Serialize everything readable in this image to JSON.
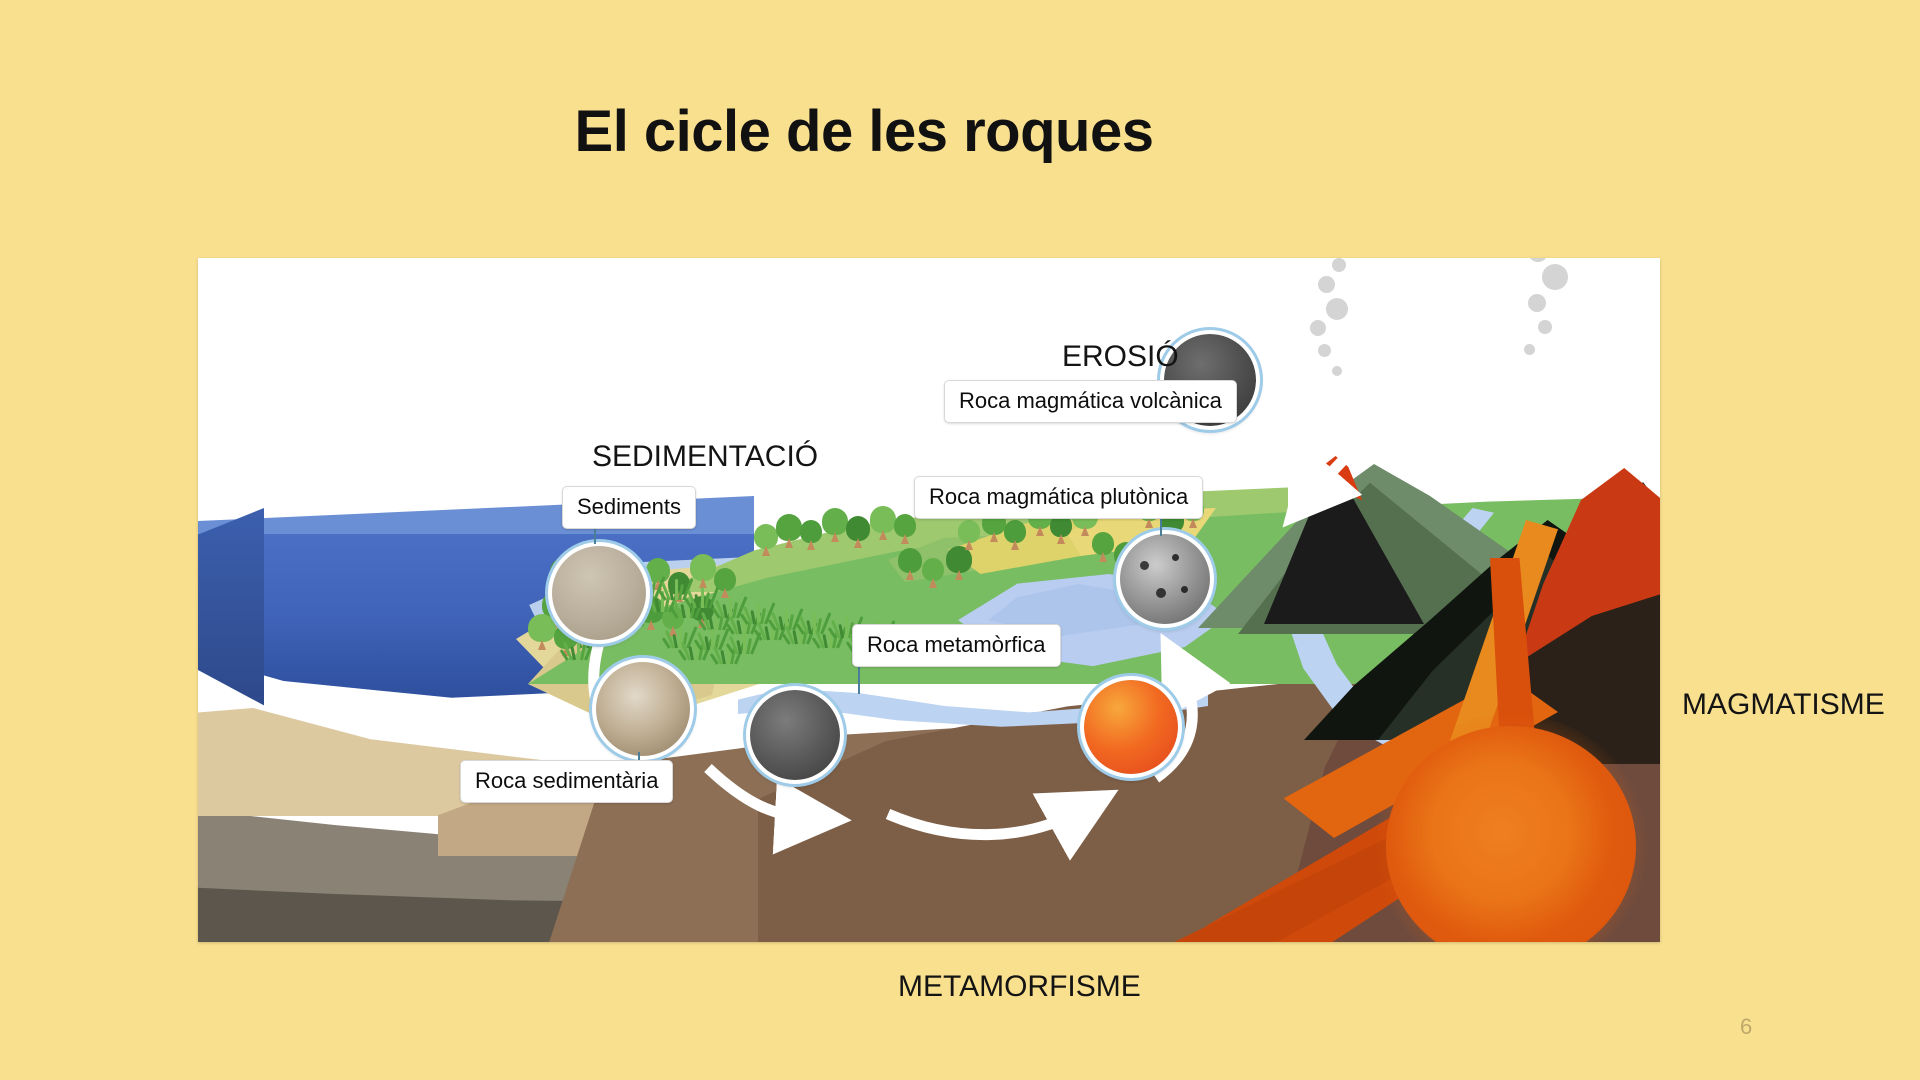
{
  "slide": {
    "title": "El cicle de les roques",
    "background_color": "#f9e08f",
    "page_number": "6"
  },
  "processes": [
    {
      "id": "erosio",
      "label": "EROSIÓ"
    },
    {
      "id": "sedimentacio",
      "label": "SEDIMENTACIÓ"
    },
    {
      "id": "magmatisme",
      "label": "MAGMATISME"
    },
    {
      "id": "metamorfisme",
      "label": "METAMORFISME"
    }
  ],
  "rock_labels": [
    {
      "id": "sediments",
      "label": "Sediments"
    },
    {
      "id": "roca-magmatica-volcanica",
      "label": "Roca magmática volcànica"
    },
    {
      "id": "roca-magmatica-plutonica",
      "label": "Roca magmática plutònica"
    },
    {
      "id": "roca-metamorfica",
      "label": "Roca metamòrfica"
    },
    {
      "id": "roca-sedimentaria",
      "label": "Roca sedimentària"
    }
  ],
  "diagram": {
    "kind": "rock-cycle-cross-section",
    "colors": {
      "sky": "#ffffff",
      "ocean": "#3f63b8",
      "ocean_surface": "#6b8fd4",
      "land": "#79bd62",
      "sand": "#e4d79a",
      "crust": "#8c6f55",
      "mantle": "#6f4b3d",
      "magma": "#e05b0e",
      "magma_core": "#ee7f20",
      "lava": "#d93c12",
      "volcano_dark": "#101510",
      "bedrock_gray": "#8a8375",
      "arrow": "#ffffff",
      "leader_line": "#4a7f9b",
      "circle_ring": "#9ecbe8"
    },
    "features": [
      "ocean",
      "beach",
      "river",
      "lake",
      "forest",
      "fields",
      "volcano",
      "magma-chamber",
      "sediment-layers",
      "bedrock"
    ]
  }
}
